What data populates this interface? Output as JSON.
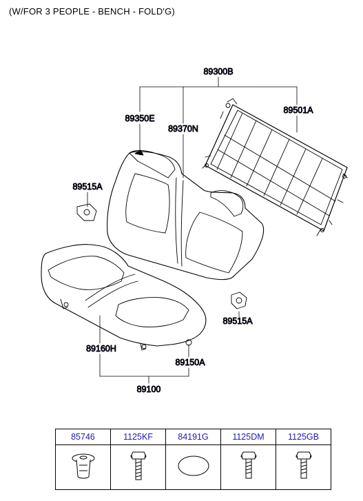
{
  "heading": "(W/FOR 3 PEOPLE - BENCH - FOLD'G)",
  "colors": {
    "part_label": "#1a1ab8",
    "line": "#000000"
  },
  "callouts": {
    "back_assy": "89300B",
    "back_cover_left": "89350E",
    "back_cover_right": "89370N",
    "back_frame": "89501A",
    "striker_left": "89515A",
    "striker_right": "89515A",
    "cushion_cover": "89160H",
    "cushion_foam": "89150A",
    "cushion_assy": "89100"
  },
  "legend": {
    "items": [
      {
        "part_no": "85746",
        "icon": "clip-icon"
      },
      {
        "part_no": "1125KF",
        "icon": "bolt-icon"
      },
      {
        "part_no": "84191G",
        "icon": "plug-icon"
      },
      {
        "part_no": "1125DM",
        "icon": "bolt-icon"
      },
      {
        "part_no": "1125GB",
        "icon": "bolt-icon"
      }
    ]
  }
}
